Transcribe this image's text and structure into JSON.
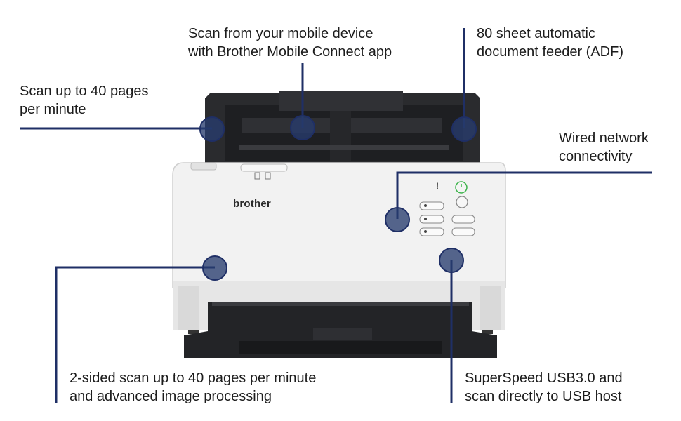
{
  "callouts": {
    "mobile": {
      "line1": "Scan from your mobile device",
      "line2": "with Brother Mobile Connect app"
    },
    "adf": {
      "line1": "80 sheet automatic",
      "line2": "document feeder (ADF)"
    },
    "speed": {
      "line1": "Scan up to 40 pages",
      "line2": "per minute"
    },
    "network": {
      "line1": "Wired network",
      "line2": "connectivity"
    },
    "duplex": {
      "line1": "2-sided scan up to 40 pages per minute",
      "line2": "and advanced image processing"
    },
    "usb": {
      "line1": "SuperSpeed USB3.0 and",
      "line2": "scan directly to USB host"
    }
  },
  "scanner": {
    "brand": "brother",
    "warning_glyph": "!",
    "icons": [
      "power-icon",
      "error-icon"
    ]
  },
  "colors": {
    "callout_line": "#1f2f66",
    "dot_fill": "#3a4c86",
    "power_green": "#3bb34a"
  }
}
